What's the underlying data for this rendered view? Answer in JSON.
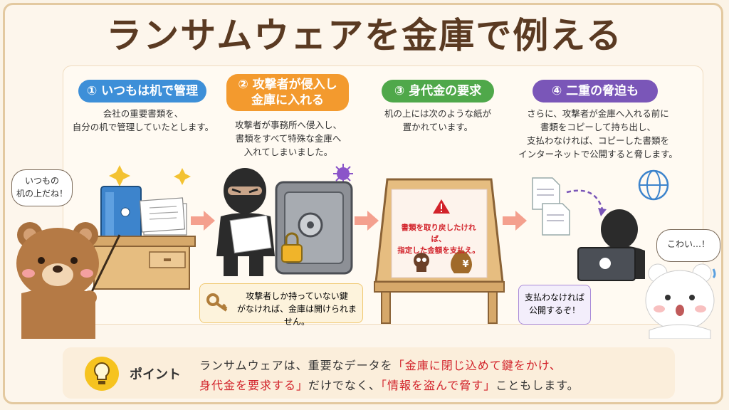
{
  "title": "ランサムウェアを金庫で例える",
  "steps": [
    {
      "badge": "① いつもは机で管理",
      "color": "#3d8fd8",
      "desc": [
        "会社の重要書類を、",
        "自分の机で管理していたとします。"
      ]
    },
    {
      "badge_lines": [
        "② 攻撃者が侵入し",
        "金庫に入れる"
      ],
      "color": "#f39a2e",
      "desc": [
        "攻撃者が事務所へ侵入し、",
        "書類をすべて特殊な金庫へ",
        "入れてしまいました。"
      ]
    },
    {
      "badge": "③ 身代金の要求",
      "color": "#4fa84a",
      "desc": [
        "机の上には次のような紙が",
        "置かれています。"
      ]
    },
    {
      "badge": "④ 二重の脅迫も",
      "color": "#7a56b8",
      "desc": [
        "さらに、攻撃者が金庫へ入れる前に",
        "書類をコピーして持ち出し、",
        "支払わなければ、コピーした書類を",
        "インターネットで公開すると脅します。"
      ]
    }
  ],
  "key_note": [
    "攻撃者しか持っていない鍵",
    "がなければ、金庫は開けられません。"
  ],
  "ransom_note": [
    "書類を取り戻したければ、",
    "指定した金額を支払え。"
  ],
  "threat_note": [
    "支払わなければ",
    "公開するぞ！"
  ],
  "bear_bubble": [
    "いつもの",
    "机の上だね！"
  ],
  "bear2_bubble": "こわい…！",
  "yen_symbol": "¥",
  "point": {
    "label": "ポイント",
    "line1_a": "ランサムウェアは、重要なデータを",
    "line1_b": "「金庫に閉じ込めて鍵をかけ、",
    "line2_a": "身代金を要求する」",
    "line2_b": "だけでなく、",
    "line2_c": "「情報を盗んで脅す」",
    "line2_d": "こともします。"
  }
}
